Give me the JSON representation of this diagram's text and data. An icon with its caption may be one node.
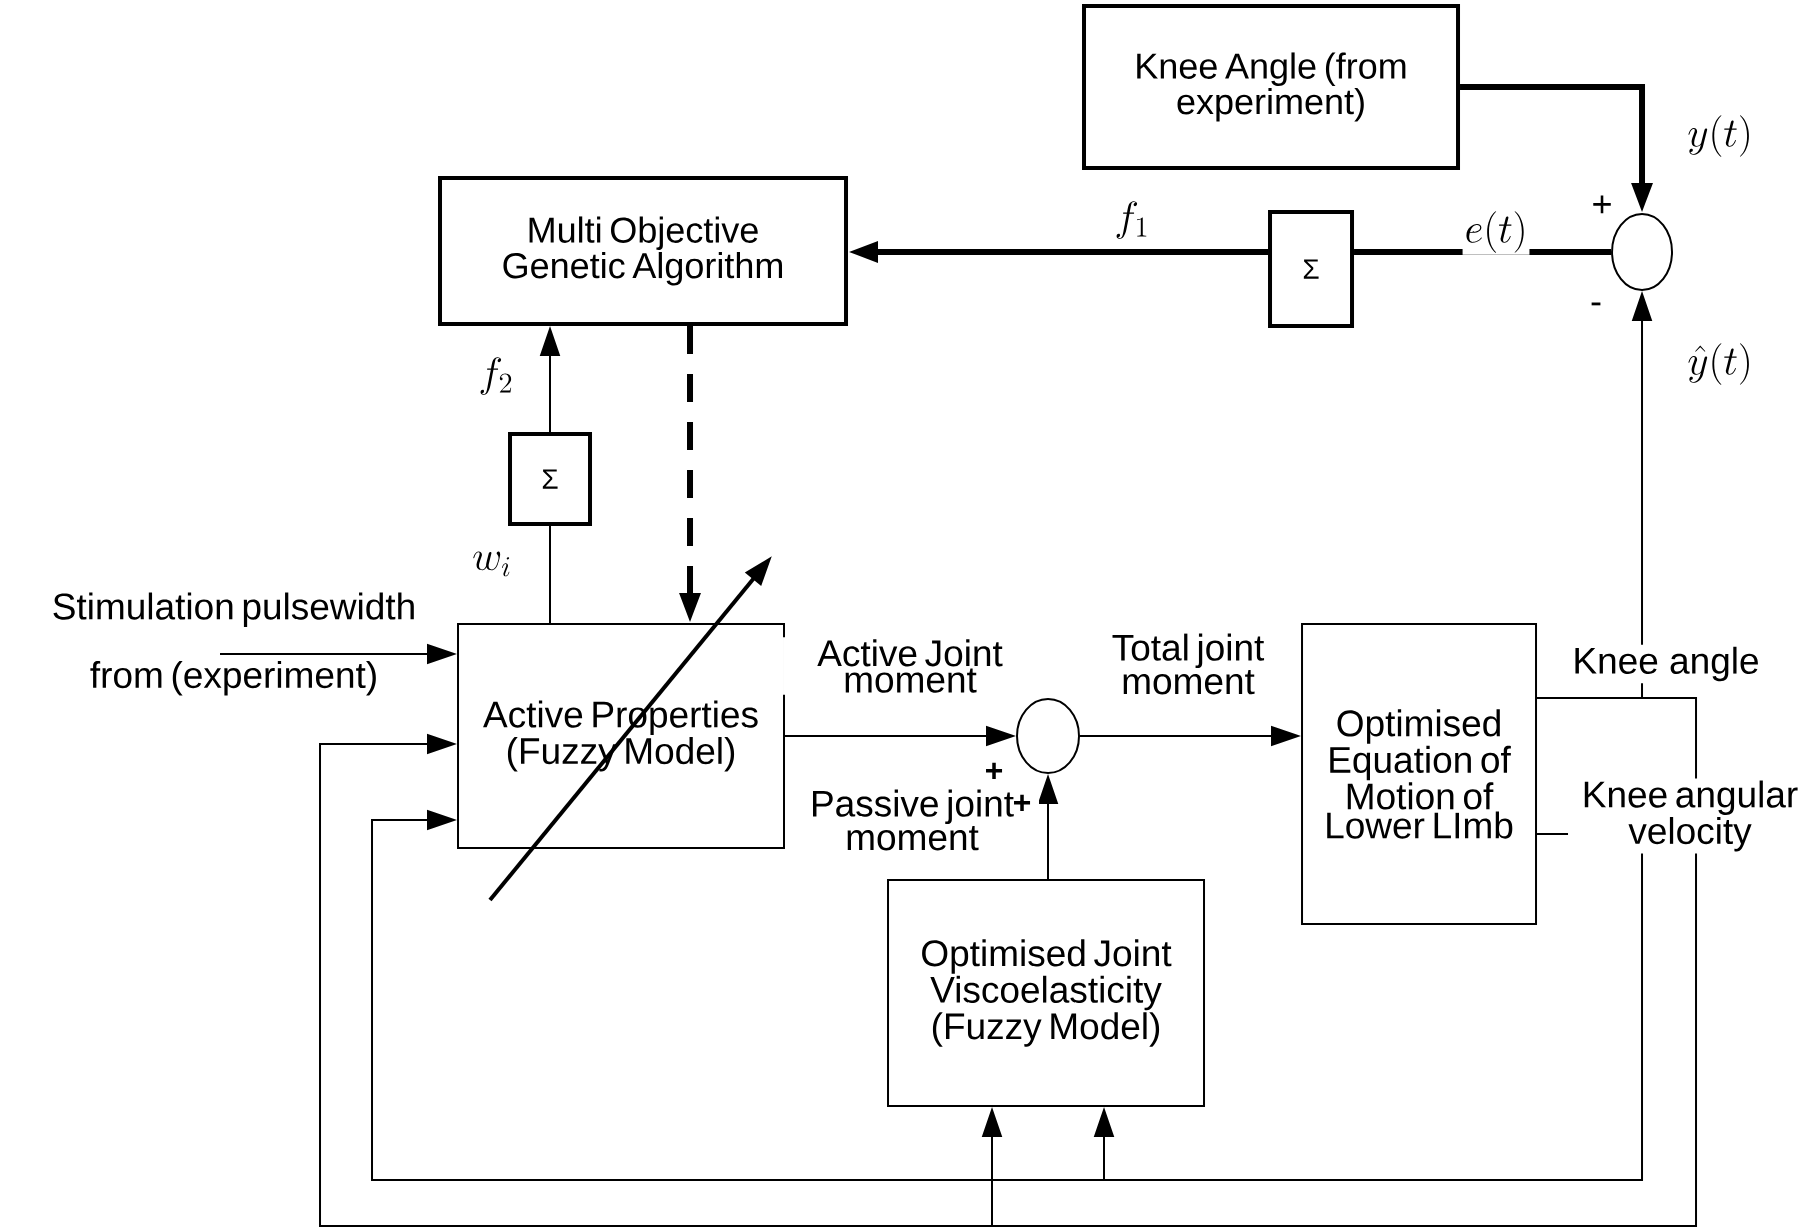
{
  "diagram": {
    "nodes": [
      {
        "text": [
          "Knee Angle (from experiment)"
        ]
      },
      {
        "text": [
          "Multi Objective Genetic Algorithm"
        ]
      },
      {
        "text": [],
        "shape": "circle"
      },
      {
        "text": [
          "Σ"
        ]
      },
      {
        "text": [
          "Σ"
        ]
      },
      {
        "text": [
          "Active Properties (Fuzzy Model)"
        ]
      },
      {
        "text": [],
        "shape": "circle"
      },
      {
        "text": [
          "Optimised Joint Viscoelasticity (Fuzzy Model)"
        ]
      },
      {
        "text": [
          "Optimised Equation of Motion of Lower LImb"
        ]
      },
      {
        "text": [
          "Stimulation pulsewidth",
          "from (experiment)"
        ]
      }
    ],
    "edges": [
      {
        "from": 0,
        "to": 2,
        "arrow": "to",
        "label": "y(t)",
        "style": "thick"
      },
      {
        "from": 2,
        "to": 3,
        "arrow": "none",
        "label": "e(t)",
        "style": "thick"
      },
      {
        "from": 3,
        "to": 1,
        "arrow": "to",
        "label": "f_1",
        "style": "thick"
      },
      {
        "from": 8,
        "to": 2,
        "arrow": "to",
        "label": "\\hat{y}(t)"
      },
      {
        "from": 4,
        "to": 1,
        "arrow": "to",
        "label": "f_2"
      },
      {
        "from": 5,
        "to": 4,
        "arrow": "none",
        "label": "w_i"
      },
      {
        "from": 1,
        "to": 5,
        "arrow": "to",
        "style": "dashed"
      },
      {
        "from": 9,
        "to": 5,
        "arrow": "to"
      },
      {
        "from": 5,
        "to": 6,
        "arrow": "to",
        "label": "Active Joint moment"
      },
      {
        "from": 7,
        "to": 6,
        "arrow": "to",
        "label": "Passive joint moment"
      },
      {
        "from": 6,
        "to": 8,
        "arrow": "to",
        "label": "Total joint moment"
      },
      {
        "from": 8,
        "to": 5,
        "arrow": "to",
        "label": "Knee angle"
      },
      {
        "from": 8,
        "to": 7,
        "arrow": "to"
      },
      {
        "from": 8,
        "to": 5,
        "arrow": "to",
        "label": "Knee angular velocity"
      },
      {
        "from": 8,
        "to": 7,
        "arrow": "to"
      }
    ],
    "labels": [
      "+",
      "-",
      "+",
      "+"
    ]
  }
}
